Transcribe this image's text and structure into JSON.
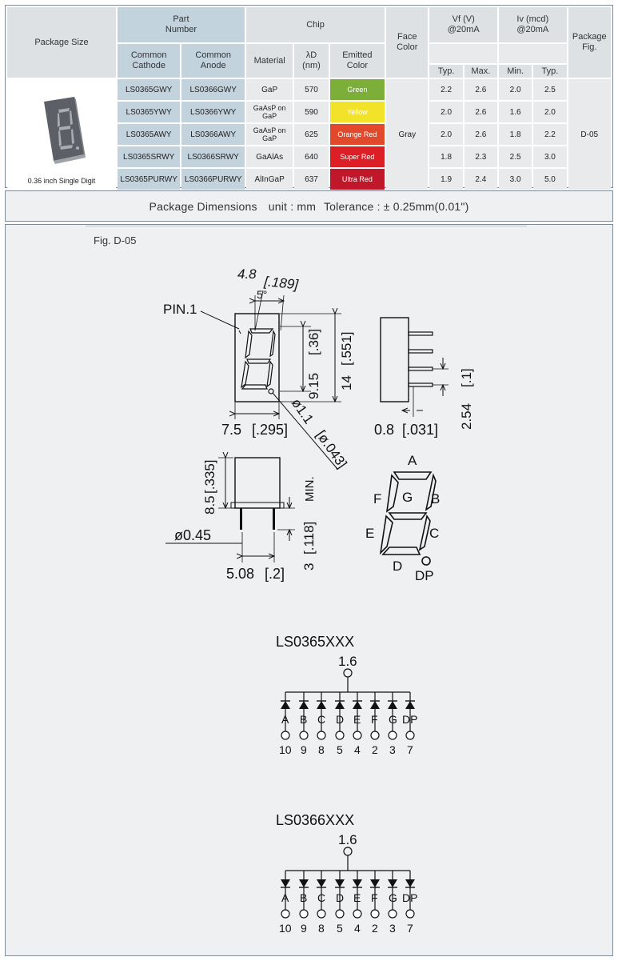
{
  "table": {
    "headers": {
      "package_size": "Package Size",
      "part_number": "Part Number",
      "chip": "Chip",
      "face_color": "Face Color",
      "vf": "Vf (V) @20mA",
      "iv": "Iv (mcd) @20mA",
      "package_fig": "Package Fig.",
      "common_cathode": "Common Cathode",
      "common_anode": "Common Anode",
      "material": "Material",
      "wavelength": "λD (nm)",
      "emitted_color": "Emitted Color",
      "vf_typ": "Typ.",
      "vf_max": "Max.",
      "iv_min": "Min.",
      "iv_typ": "Typ."
    },
    "package_caption": "0.36 inch Single Digit",
    "face_color": "Gray",
    "package_fig": "D-05",
    "rows": [
      {
        "cathode": "LS0365GWY",
        "anode": "LS0366GWY",
        "material": "GaP",
        "wavelength": "570",
        "color": "Green",
        "color_hex": "#7cae3a",
        "vf_typ": "2.2",
        "vf_max": "2.6",
        "iv_min": "2.0",
        "iv_typ": "2.5"
      },
      {
        "cathode": "LS0365YWY",
        "anode": "LS0366YWY",
        "material": "GaAsP on GaP",
        "wavelength": "590",
        "color": "Yellow",
        "color_hex": "#f2e22a",
        "vf_typ": "2.0",
        "vf_max": "2.6",
        "iv_min": "1.6",
        "iv_typ": "2.0"
      },
      {
        "cathode": "LS0365AWY",
        "anode": "LS0366AWY",
        "material": "GaAsP on GaP",
        "wavelength": "625",
        "color": "Orange Red",
        "color_hex": "#e2492a",
        "vf_typ": "2.0",
        "vf_max": "2.6",
        "iv_min": "1.8",
        "iv_typ": "2.2"
      },
      {
        "cathode": "LS0365SRWY",
        "anode": "LS0366SRWY",
        "material": "GaAlAs",
        "wavelength": "640",
        "color": "Super Red",
        "color_hex": "#dc1f26",
        "vf_typ": "1.8",
        "vf_max": "2.3",
        "iv_min": "2.5",
        "iv_typ": "3.0"
      },
      {
        "cathode": "LS0365PURWY",
        "anode": "LS0366PURWY",
        "material": "AlInGaP",
        "wavelength": "637",
        "color": "Ultra Red",
        "color_hex": "#c0182a",
        "vf_typ": "1.9",
        "vf_max": "2.4",
        "iv_min": "3.0",
        "iv_typ": "5.0"
      }
    ]
  },
  "dimensions": {
    "title": "Package Dimensions",
    "unit": "unit : mm",
    "tolerance": "Tolerance : ± 0.25mm(0.01\")"
  },
  "figure": {
    "label": "Fig. D-05",
    "front": {
      "width_top": "4.8",
      "width_top_in": "[.189]",
      "angle": "5°",
      "pin1": "PIN.1",
      "digit_h": "9.15",
      "digit_h_in": "[.36]",
      "total_h": "14",
      "total_h_in": "[.551]",
      "width": "7.5",
      "width_in": "[.295]",
      "dp_dia": "ø1.1",
      "dp_dia_in": "[ø.043]"
    },
    "side": {
      "lead_w": "0.8",
      "lead_w_in": "[.031]",
      "pitch": "2.54",
      "pitch_in": "[.1]"
    },
    "bottom": {
      "height": "8.5",
      "height_in": "[.335]",
      "lead_len": "3",
      "lead_len_in": "[.118]",
      "min": "MIN.",
      "lead_dia": "ø0.45",
      "row_pitch": "5.08",
      "row_pitch_in": "[.2]"
    },
    "segments": {
      "a": "A",
      "b": "B",
      "c": "C",
      "d": "D",
      "e": "E",
      "f": "F",
      "g": "G",
      "dp": "DP"
    },
    "circuits": [
      {
        "model": "LS0365XXX",
        "common": "1.6",
        "type": "cathode",
        "labels": [
          "A",
          "B",
          "C",
          "D",
          "E",
          "F",
          "G",
          "DP"
        ],
        "pins": [
          "10",
          "9",
          "8",
          "5",
          "4",
          "2",
          "3",
          "7"
        ]
      },
      {
        "model": "LS0366XXX",
        "common": "1.6",
        "type": "anode",
        "labels": [
          "A",
          "B",
          "C",
          "D",
          "E",
          "F",
          "G",
          "DP"
        ],
        "pins": [
          "10",
          "9",
          "8",
          "5",
          "4",
          "2",
          "3",
          "7"
        ]
      }
    ]
  }
}
